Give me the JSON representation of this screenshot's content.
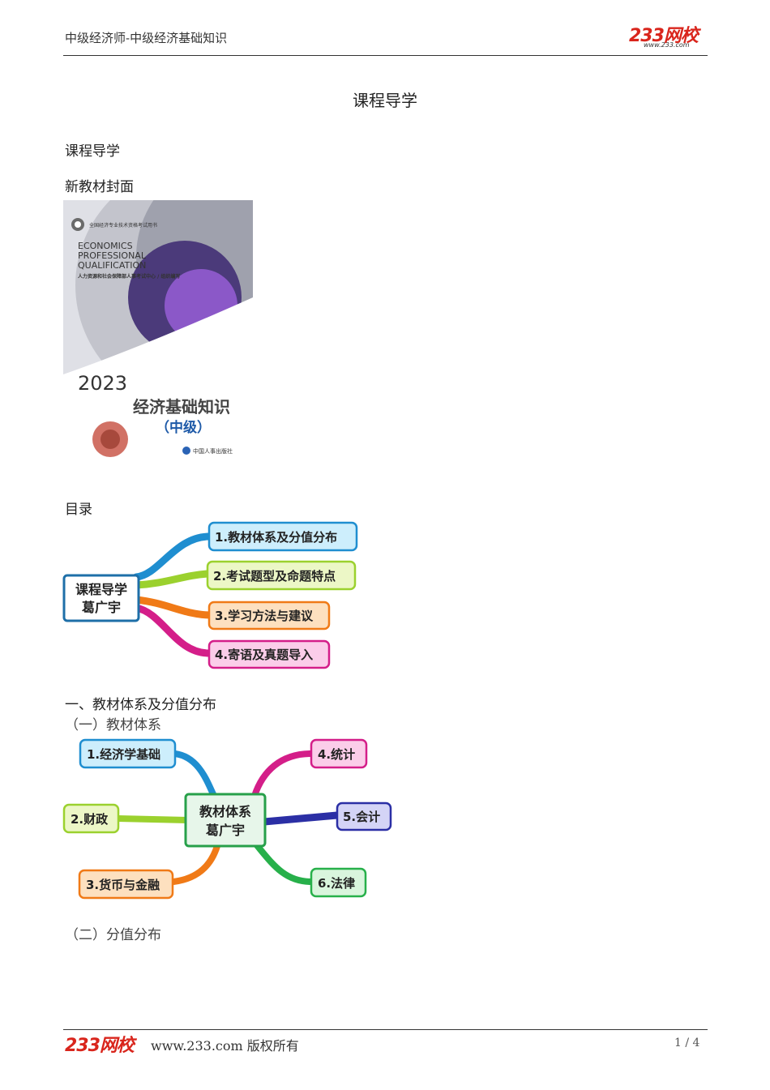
{
  "header": {
    "title": "中级经济师-中级经济基础知识",
    "logo": "233网校",
    "logo_url": "www.233.com"
  },
  "page_title": "课程导学",
  "intro_label": "课程导学",
  "cover_label": "新教材封面",
  "cover": {
    "series": "全国经济专业技术资格考试用书",
    "line1": "ECONOMICS",
    "line2": "PROFESSIONAL",
    "line3": "QUALIFICATION",
    "org": "人力资源和社会保障部人事考试中心 / 组织编写",
    "year": "2023",
    "book_title": "经济基础知识",
    "level": "（中级）",
    "publisher": "中国人事出版社"
  },
  "toc_label": "目录",
  "toc_map": {
    "center": [
      "课程导学",
      "葛广宇"
    ],
    "branches": [
      "1.教材体系及分值分布",
      "2.考试题型及命题特点",
      "3.学习方法与建议",
      "4.寄语及真题导入"
    ]
  },
  "section1_title": "一、教材体系及分值分布",
  "sub1_title": "（一）教材体系",
  "system_map": {
    "center": [
      "教材体系",
      "葛广宇"
    ],
    "nodes": [
      "1.经济学基础",
      "2.财政",
      "3.货币与金融",
      "4.统计",
      "5.会计",
      "6.法律"
    ]
  },
  "sub2_title": "（二）分值分布",
  "footer": {
    "logo": "233网校",
    "text": "www.233.com 版权所有",
    "page": "1 / 4"
  }
}
